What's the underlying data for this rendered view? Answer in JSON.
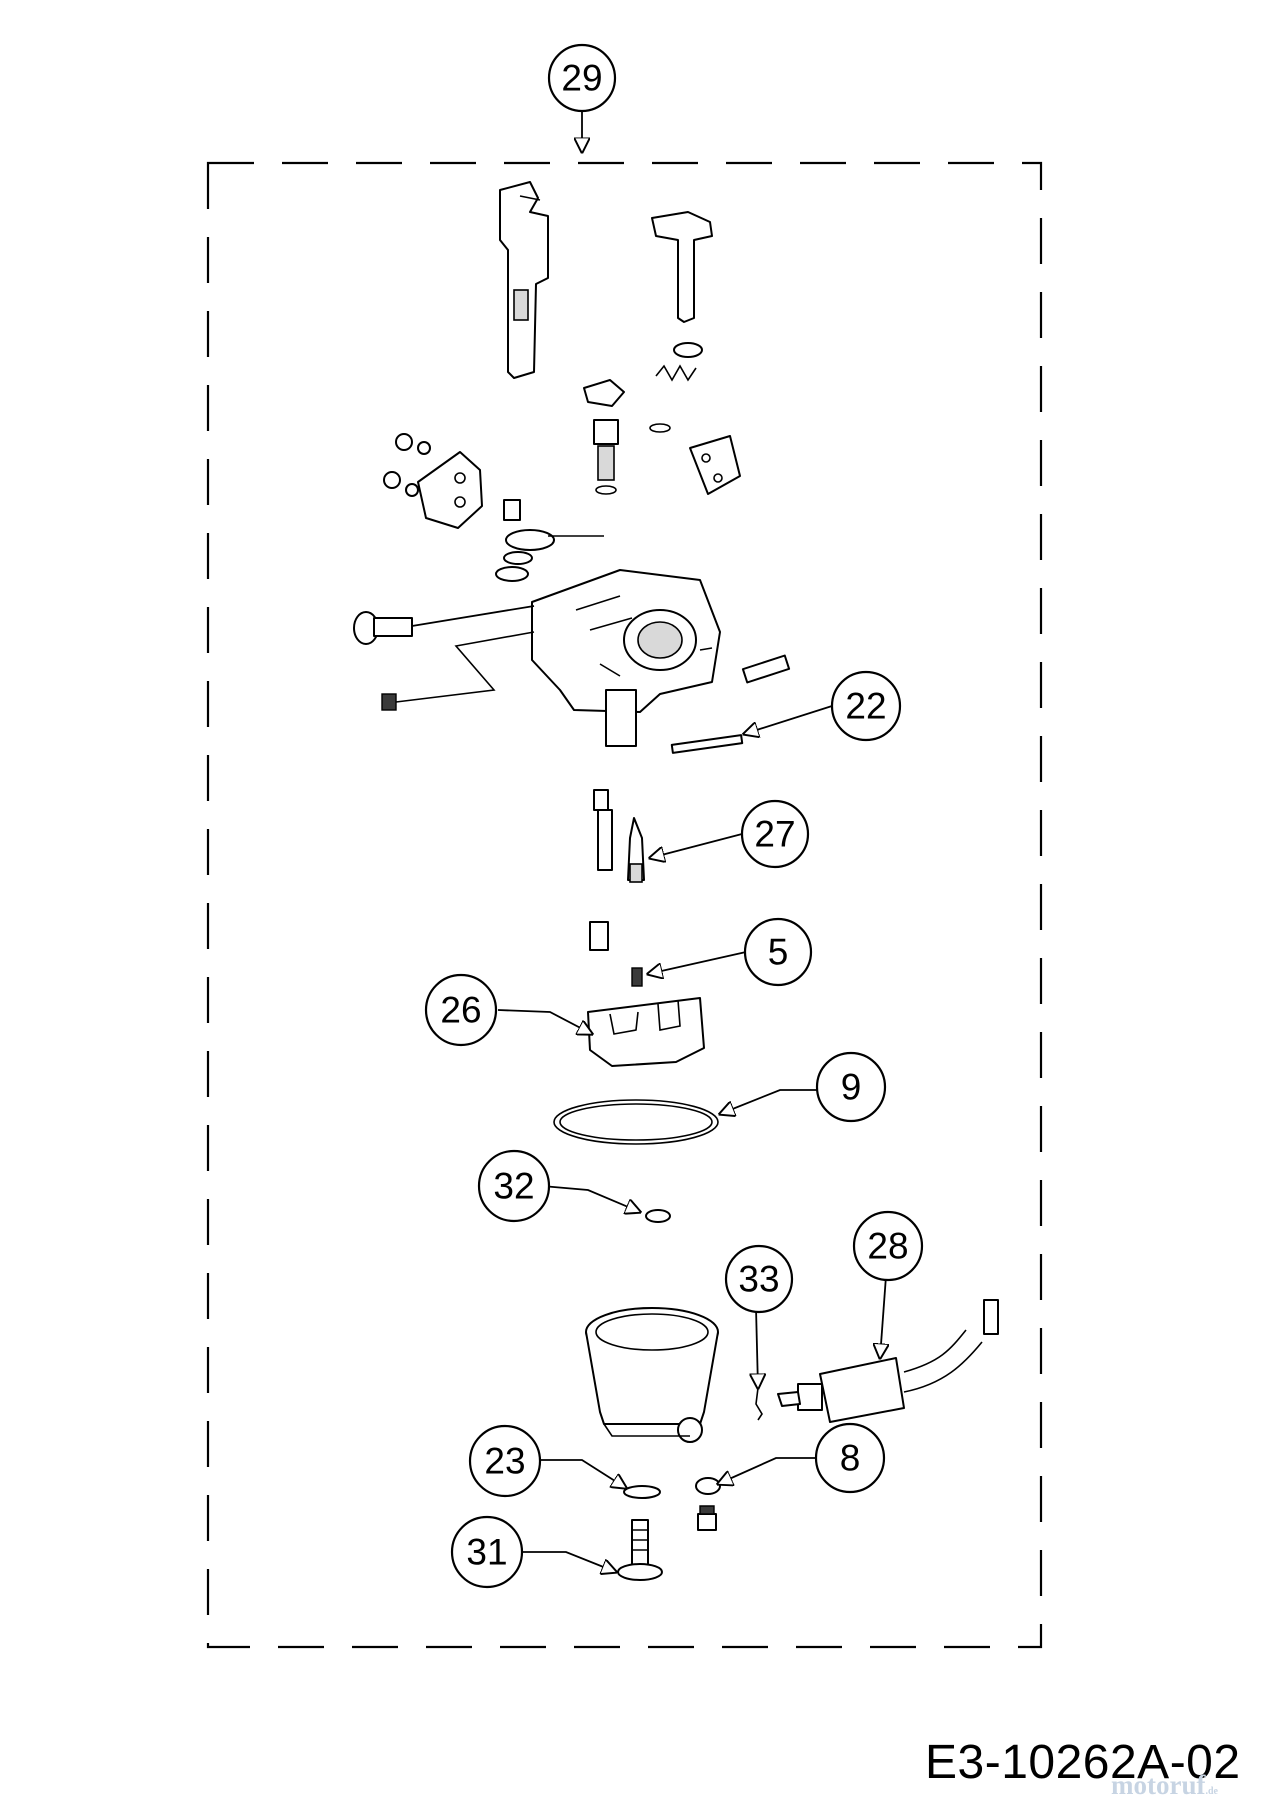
{
  "diagram": {
    "code": "E3-10262A-02",
    "watermark": "motoruf",
    "watermark_suffix": ".de",
    "callouts": {
      "p29": "29",
      "p22": "22",
      "p27": "27",
      "p5": "5",
      "p26": "26",
      "p9": "9",
      "p32": "32",
      "p33": "33",
      "p28": "28",
      "p23": "23",
      "p8": "8",
      "p31": "31"
    }
  }
}
